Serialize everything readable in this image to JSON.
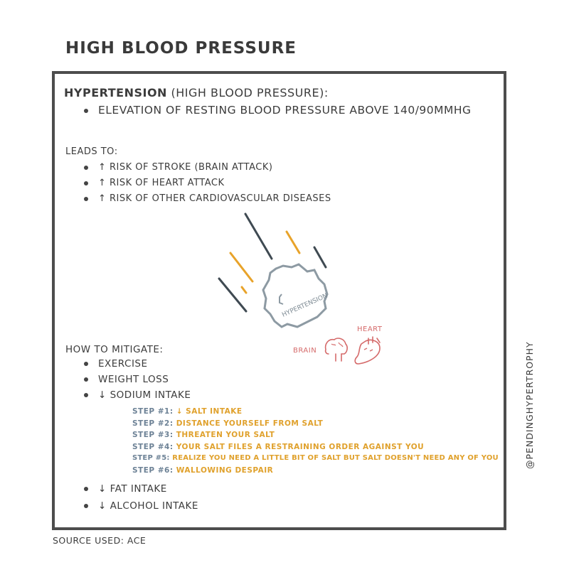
{
  "title": "HIGH BLOOD PRESSURE",
  "definition": {
    "term": "HYPERTENSION",
    "term_suffix": " (HIGH BLOOD PRESSURE):",
    "item": "ELEVATION OF RESTING BLOOD PRESSURE ABOVE 140/90MMHG"
  },
  "leads_to": {
    "heading": "LEADS TO:",
    "items": [
      "↑ RISK OF STROKE (BRAIN ATTACK)",
      "↑ RISK OF HEART ATTACK",
      "↑ RISK OF OTHER CARDIOVASCULAR DISEASES"
    ]
  },
  "illustration": {
    "vessel_label": "HYPERTENSION",
    "heart_label": "HEART",
    "brain_label": "BRAIN",
    "colors": {
      "dark": "#3f4a52",
      "accent": "#e8a32a",
      "vessel": "#8d9aa3",
      "organ": "#d56a6a"
    }
  },
  "mitigate": {
    "heading": "HOW TO MITIGATE:",
    "items": [
      "EXERCISE",
      "WEIGHT LOSS",
      "↓ SODIUM INTAKE"
    ],
    "steps": [
      {
        "label": "STEP #1:",
        "text": "↓ SALT INTAKE"
      },
      {
        "label": "STEP #2:",
        "text": "DISTANCE YOURSELF FROM SALT"
      },
      {
        "label": "STEP #3:",
        "text": "THREATEN YOUR SALT"
      },
      {
        "label": "STEP #4:",
        "text": "YOUR SALT FILES A RESTRAINING ORDER AGAINST YOU"
      },
      {
        "label": "STEP #5:",
        "text": "REALIZE YOU NEED A LITTLE BIT OF SALT BUT SALT DOESN'T NEED ANY OF YOU"
      },
      {
        "label": "STEP #6:",
        "text": "WALLOWING DESPAIR"
      }
    ],
    "more_items": [
      "↓ FAT INTAKE",
      "↓ ALCOHOL INTAKE"
    ]
  },
  "source": "SOURCE USED: ACE",
  "handle": "@PENDINGHYPERTROPHY"
}
